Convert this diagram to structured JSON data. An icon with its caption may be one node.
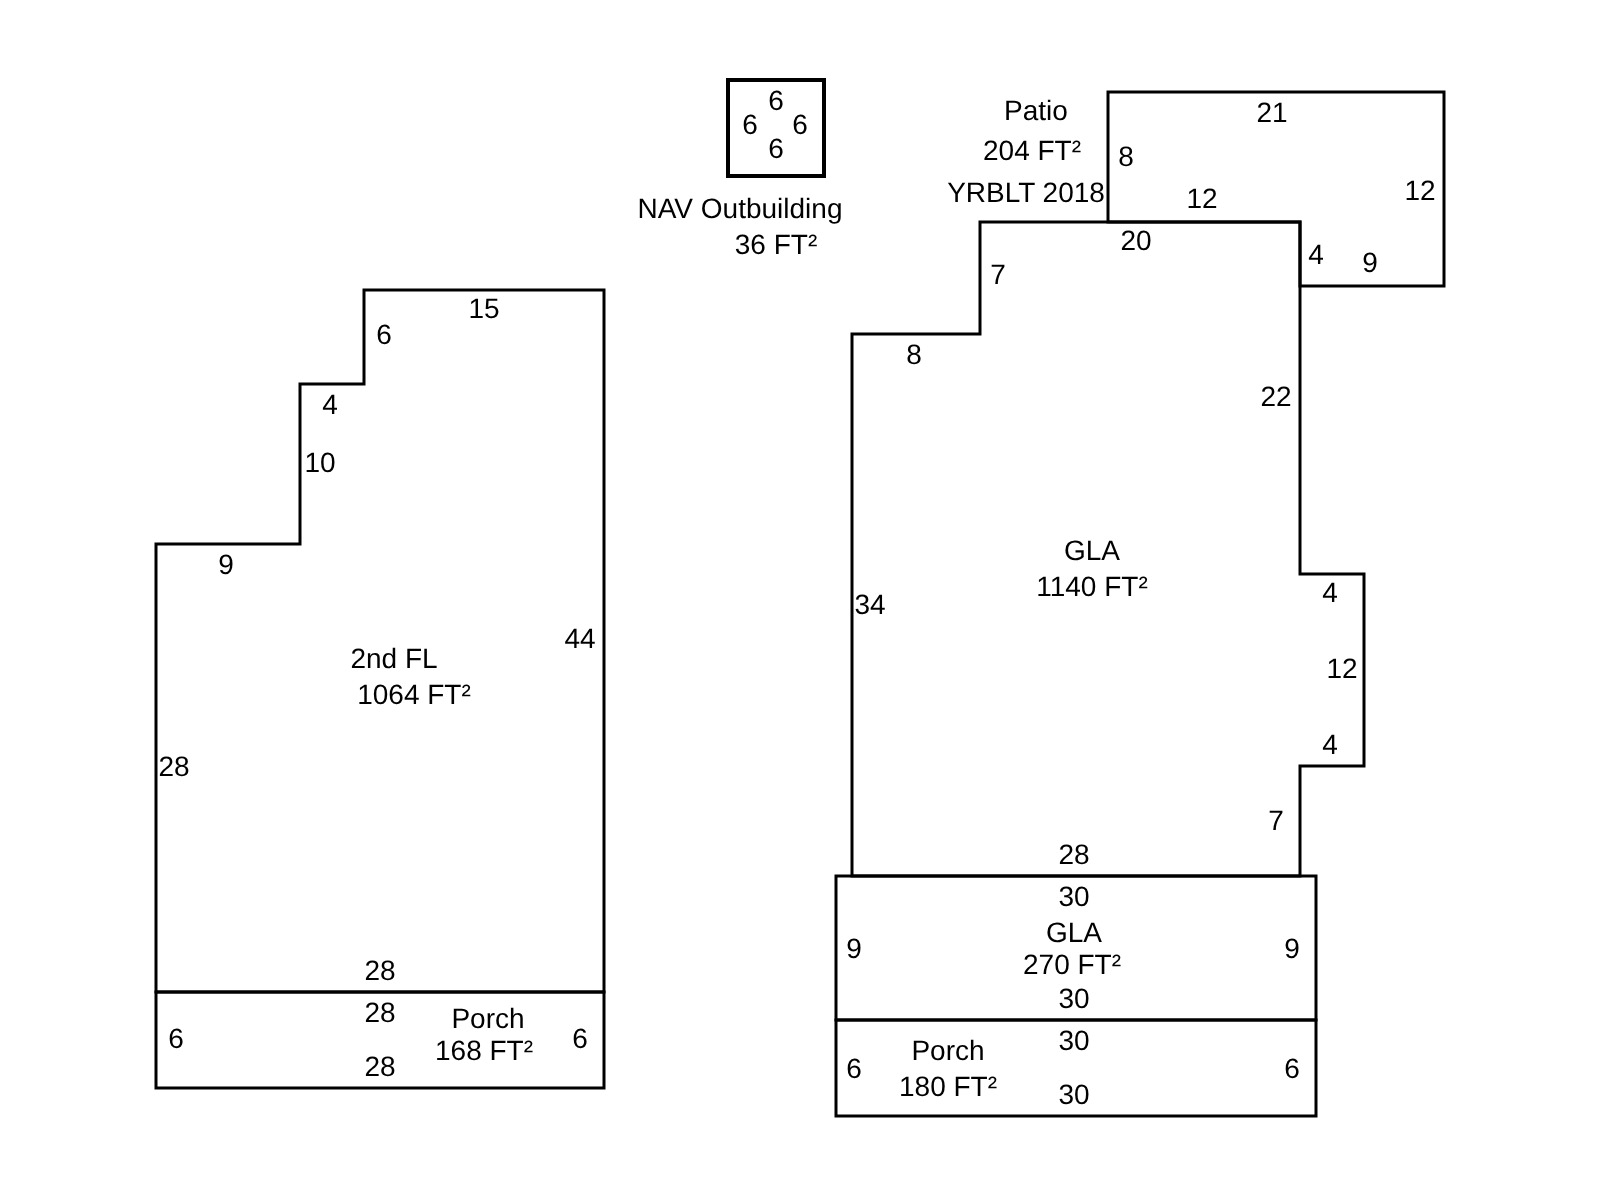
{
  "diagram": {
    "nodes": [
      {
        "text": [
          "2nd FL",
          "1064 FT²"
        ]
      },
      {
        "text": [
          "Porch",
          "168 FT²"
        ]
      },
      {
        "text": [
          "NAV Outbuilding",
          "36 FT²"
        ]
      },
      {
        "text": [
          "Patio",
          "204 FT²",
          "YRBLT 2018"
        ]
      },
      {
        "text": [
          "GLA",
          "1140 FT²"
        ]
      },
      {
        "text": [
          "GLA",
          "270 FT²"
        ]
      },
      {
        "text": [
          "Porch",
          "180 FT²"
        ]
      }
    ],
    "edges": [],
    "labels": [
      "6",
      "6",
      "6",
      "6",
      "21",
      "8",
      "12",
      "12",
      "20",
      "4",
      "9",
      "7",
      "15",
      "6",
      "8",
      "22",
      "4",
      "10",
      "9",
      "4",
      "34",
      "44",
      "12",
      "4",
      "28",
      "7",
      "28",
      "30",
      "9",
      "9",
      "28",
      "30",
      "28",
      "6",
      "6",
      "30",
      "28",
      "6",
      "6",
      "30"
    ]
  }
}
